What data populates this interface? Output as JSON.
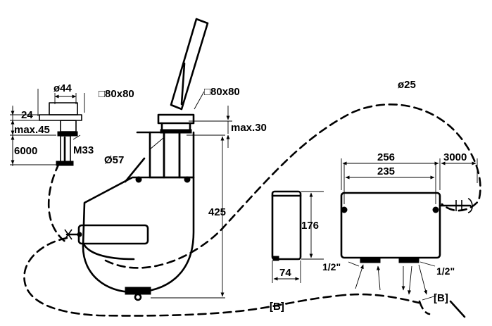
{
  "labels": {
    "d44": "ø44",
    "sq80_left": "□80x80",
    "dim24": "24",
    "max45": "max.45",
    "m33": "M33",
    "dim6000": "6000",
    "sq80_right": "□80x80",
    "max30": "max.30",
    "d57": "Ø57",
    "dim425": "425",
    "d25": "ø25",
    "dim256": "256",
    "dim235": "235",
    "dim3000": "3000",
    "dim176": "176",
    "dim74": "74",
    "half_left": "1/2\"",
    "half_right": "1/2\"",
    "b_left": "[B]",
    "b_right": "[B]"
  }
}
